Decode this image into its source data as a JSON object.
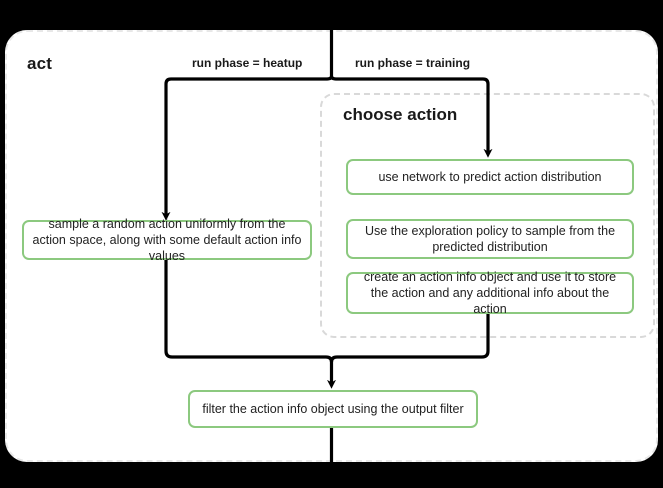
{
  "diagram": {
    "type": "flowchart",
    "background_color": "#000000",
    "canvas_color": "#ffffff",
    "accent_color": "#8cc97f",
    "dashed_border_color": "#d9d9d9",
    "connector_color": "#000000"
  },
  "outer_group": {
    "title": "act"
  },
  "inner_group": {
    "title": "choose action"
  },
  "edge_labels": {
    "heatup": "run phase = heatup",
    "training": "run phase = training"
  },
  "nodes": {
    "sample_random_action": "sample a random action uniformly from the action space, along with some default action info values",
    "use_network_predict": "use network to predict action distribution",
    "exploration_policy": "Use the exploration policy to sample from the predicted distribution",
    "create_action_info": "create an action info object and use it to store the action and any additional info about the action",
    "filter_action_info": "filter the action info object using the output filter"
  }
}
